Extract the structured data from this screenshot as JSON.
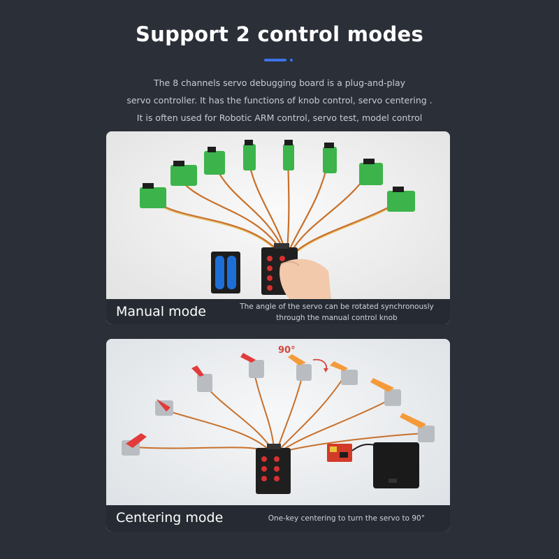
{
  "header": {
    "title": "Support 2 control modes",
    "description": [
      "The 8 channels servo debugging board is a plug-and-play",
      "servo controller. It has the functions of knob control, servo centering .",
      "It is often used for Robotic ARM control, servo test, model control"
    ],
    "accent_color": "#3d73e8"
  },
  "modes": [
    {
      "title": "Manual mode",
      "description": [
        "The angle of the servo can be rotated synchronously",
        "through the manual control knob"
      ]
    },
    {
      "title": "Centering mode",
      "description": "One-key centering to turn the servo to 90°",
      "angle_label": "90°"
    }
  ],
  "colors": {
    "background": "#2a2f38",
    "caption_bar": "#262b33",
    "servo_green": "#3cb44b",
    "arm_red": "#e23b3b",
    "arm_orange": "#f59a3a"
  }
}
